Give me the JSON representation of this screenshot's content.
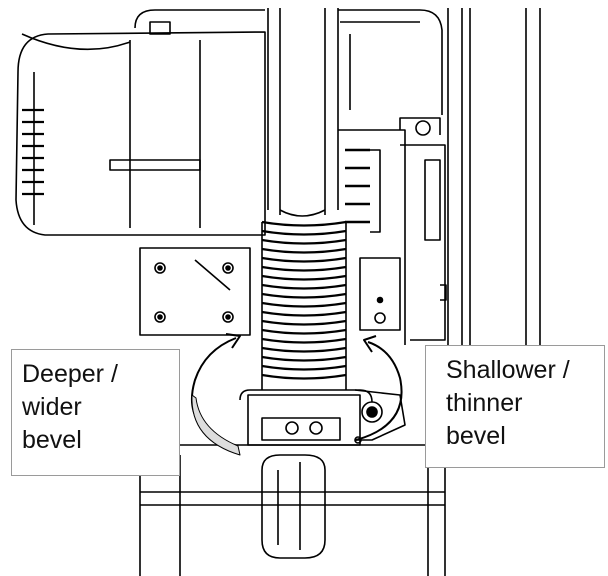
{
  "labels": {
    "left": [
      "Deeper /",
      "wider",
      "bevel"
    ],
    "right": [
      "Shallower /",
      "thinner",
      "bevel"
    ]
  },
  "colors": {
    "line": "#000000",
    "frame": "#9a9a9a",
    "background": "#ffffff"
  }
}
